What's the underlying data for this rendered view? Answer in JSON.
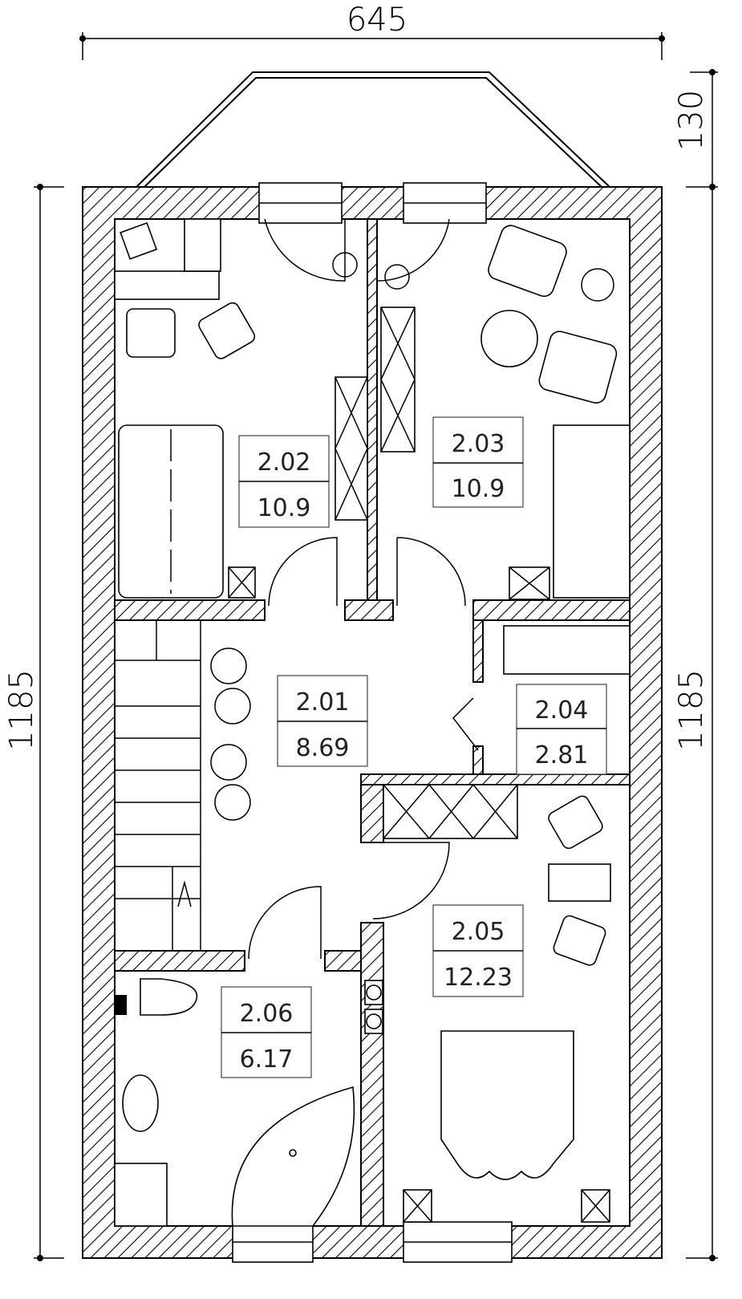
{
  "dimensions": {
    "width": "645",
    "bay_depth": "130",
    "length_left": "1185",
    "length_right": "1185"
  },
  "rooms": [
    {
      "id": "2.02",
      "area": "10.9"
    },
    {
      "id": "2.03",
      "area": "10.9"
    },
    {
      "id": "2.01",
      "area": "8.69"
    },
    {
      "id": "2.04",
      "area": "2.81"
    },
    {
      "id": "2.05",
      "area": "12.23"
    },
    {
      "id": "2.06",
      "area": "6.17"
    }
  ]
}
